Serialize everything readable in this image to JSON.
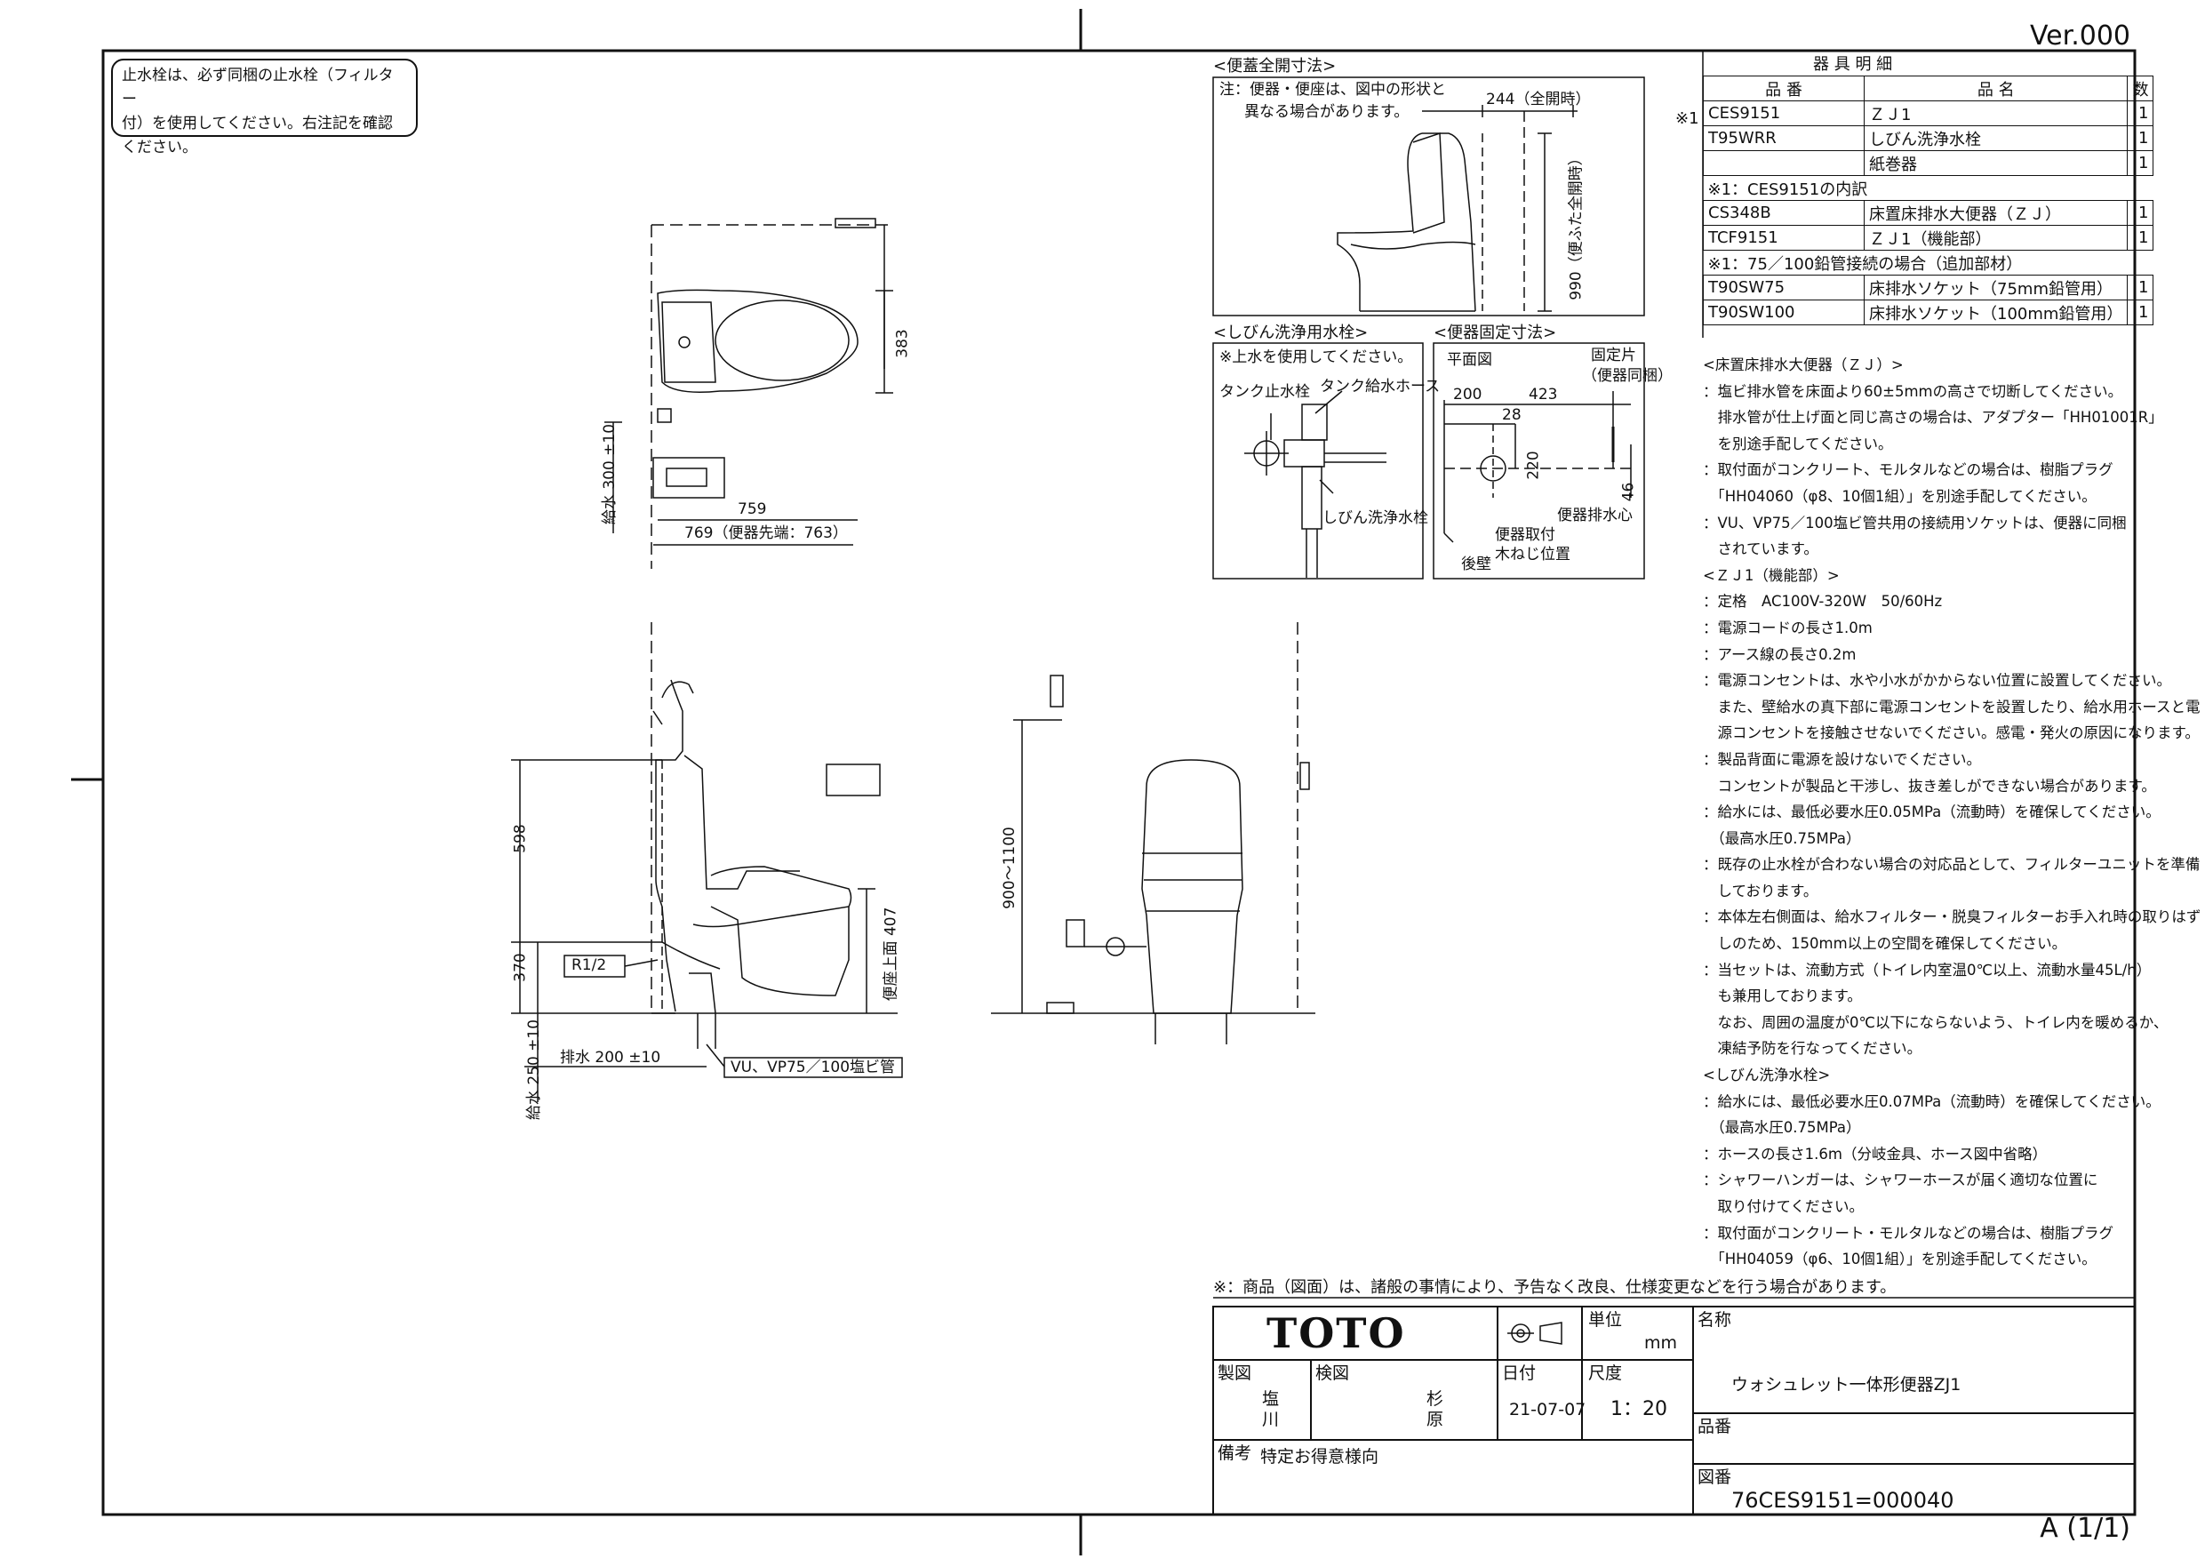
{
  "version": "Ver.000",
  "revision": "A (1/1)",
  "install_note": [
    "止水栓は、必ず同梱の止水栓（フィルター",
    "付）を使用してください。右注記を確認",
    "ください。"
  ],
  "parts_table": {
    "title": "器 具 明 細",
    "headers": [
      "品 番",
      "品 名",
      "数"
    ],
    "mark": "※1",
    "rows": [
      {
        "code": "CES9151",
        "name": "ＺＪ1",
        "qty": "1"
      },
      {
        "code": "T95WRR",
        "name": "しびん洗浄水栓",
        "qty": "1"
      },
      {
        "code": "",
        "name": "紙巻器",
        "qty": "1"
      }
    ],
    "breakdown_title": "※1：CES9151の内訳",
    "breakdown_rows": [
      {
        "code": "CS348B",
        "name": "床置床排水大便器（ＺＪ）",
        "qty": "1"
      },
      {
        "code": "TCF9151",
        "name": "ＺＪ1（機能部）",
        "qty": "1"
      }
    ],
    "extra_title": "※1：75／100鉛管接続の場合（追加部材）",
    "extra_rows": [
      {
        "code": "T90SW75",
        "name": "床排水ソケット（75mm鉛管用）",
        "qty": "1"
      },
      {
        "code": "T90SW100",
        "name": "床排水ソケット（100mm鉛管用）",
        "qty": "1"
      }
    ]
  },
  "lid_view": {
    "title": "<便蓋全開寸法>",
    "note": [
      "注：便器・便座は、図中の形状と",
      "異なる場合があります。"
    ],
    "dim_244": "244（全開時）",
    "dim_990": "990（便ふた全開時）"
  },
  "faucet_view": {
    "title": "<しびん洗浄用水栓>",
    "note": "※上水を使用してください。",
    "label_stop": "タンク止水栓",
    "label_hose": "タンク給水ホース",
    "label_faucet": "しびん洗浄水栓"
  },
  "fixing_view": {
    "title": "<便器固定寸法>",
    "plan": "平面図",
    "bracket": [
      "固定片",
      "（便器同梱）"
    ],
    "d200": "200",
    "d423": "423",
    "d28": "28",
    "d220": "220",
    "d46": "46",
    "drain": "便器排水心",
    "screw": [
      "便器取付",
      "木ねじ位置"
    ],
    "wall": "後壁"
  },
  "plan_dims": {
    "d383": "383",
    "d759": "759",
    "d769": "769（便器先端：763）",
    "supply": "給水 300 ±10"
  },
  "elev_dims": {
    "d598": "598",
    "d370": "370",
    "d407": "便座上面 407",
    "r12": "R1/2",
    "drain200": "排水 200 ±10",
    "supply250": "給水 250 ±10",
    "pipe": "VU、VP75／100塩ビ管",
    "d900": "900～1100"
  },
  "spec_notes": [
    "<床置床排水大便器（ＺＪ）>",
    "：塩ビ排水管を床面より60±5mmの高さで切断してください。",
    "　排水管が仕上げ面と同じ高さの場合は、アダプター「HH01001R」",
    "　を別途手配してください。",
    "：取付面がコンクリート、モルタルなどの場合は、樹脂プラグ",
    "　「HH04060（φ8、10個1組）」を別途手配してください。",
    "：VU、VP75／100塩ビ管共用の接続用ソケットは、便器に同梱",
    "　されています。",
    "<ＺＪ1（機能部）>",
    "：定格　AC100V-320W　50/60Hz",
    "：電源コードの長さ1.0m",
    "：アース線の長さ0.2m",
    "：電源コンセントは、水や小水がかからない位置に設置してください。",
    "　また、壁給水の真下部に電源コンセントを設置したり、給水用ホースと電",
    "　源コンセントを接触させないでください。感電・発火の原因になります。",
    "：製品背面に電源を設けないでください。",
    "　コンセントが製品と干渉し、抜き差しができない場合があります。",
    "：給水には、最低必要水圧0.05MPa（流動時）を確保してください。",
    "　（最高水圧0.75MPa）",
    "：既存の止水栓が合わない場合の対応品として、フィルターユニットを準備",
    "　しております。",
    "：本体左右側面は、給水フィルター・脱臭フィルターお手入れ時の取りはず",
    "　しのため、150mm以上の空間を確保してください。",
    "：当セットは、流動方式（トイレ内室温0℃以上、流動水量45L/h）",
    "　も兼用しております。",
    "　なお、周囲の温度が0℃以下にならないよう、トイレ内を暖めるか、",
    "　凍結予防を行なってください。",
    "<しびん洗浄水栓>",
    "：給水には、最低必要水圧0.07MPa（流動時）を確保してください。",
    "　（最高水圧0.75MPa）",
    "：ホースの長さ1.6m（分岐金具、ホース図中省略）",
    "：シャワーハンガーは、シャワーホースが届く適切な位置に",
    "　取り付けてください。",
    "：取付面がコンクリート・モルタルなどの場合は、樹脂プラグ",
    "　「HH04059（φ6、10個1組）」を別途手配してください。"
  ],
  "disclaimer": "※：商品（図面）は、諸般の事情により、予告なく改良、仕様変更などを行う場合があります。",
  "title_block": {
    "logo": "TOTO",
    "unit_label": "単位",
    "unit_value": "mm",
    "drawn_label": "製図",
    "drawn_by": [
      "塩",
      "川"
    ],
    "checked_label": "検図",
    "checked_by": [
      "杉",
      "原"
    ],
    "date_label": "日付",
    "date": "21-07-07",
    "scale_label": "尺度",
    "scale": "1：20",
    "remarks_label": "備考",
    "remarks": "特定お得意様向",
    "name_label": "名称",
    "name": "ウォシュレット一体形便器ZJ1",
    "part_label": "品番",
    "drawing_label": "図番",
    "drawing_no": "76CES9151=000040"
  }
}
